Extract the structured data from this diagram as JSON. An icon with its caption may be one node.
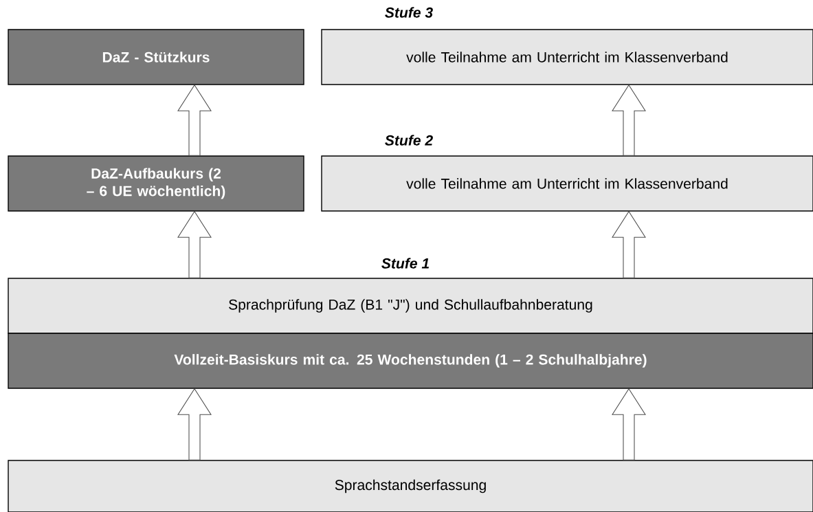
{
  "diagram": {
    "nodes": [
      {
        "text": [
          "DaZ - Stützkurs"
        ]
      },
      {
        "text": [
          "volle Teilnahme am Unterricht im Klassenverband"
        ]
      },
      {
        "text": [
          "DaZ-Aufbaukurs (2 – 6 UE wöchentlich)"
        ]
      },
      {
        "text": [
          "volle Teilnahme am Unterricht im Klassenverband"
        ]
      },
      {
        "text": [
          "Sprachprüfung DaZ (B1 \"J\") und Schullaufbahnberatung"
        ]
      },
      {
        "text": [
          "Vollzeit-Basiskurs mit ca. 25 Wochenstunden (1 – 2 Schulhalbjahre)"
        ]
      },
      {
        "text": [
          "Sprachstandserfassung"
        ]
      }
    ],
    "edges": [
      {
        "from": 2,
        "to": 0,
        "arrow": "to"
      },
      {
        "from": 3,
        "to": 1,
        "arrow": "to"
      },
      {
        "from": 4,
        "to": 2,
        "arrow": "to"
      },
      {
        "from": 4,
        "to": 3,
        "arrow": "to"
      },
      {
        "from": 6,
        "to": 5,
        "arrow": "to"
      },
      {
        "from": 6,
        "to": 5,
        "arrow": "to"
      }
    ],
    "labels": [
      "Stufe 3",
      "Stufe 2",
      "Stufe 1"
    ]
  }
}
